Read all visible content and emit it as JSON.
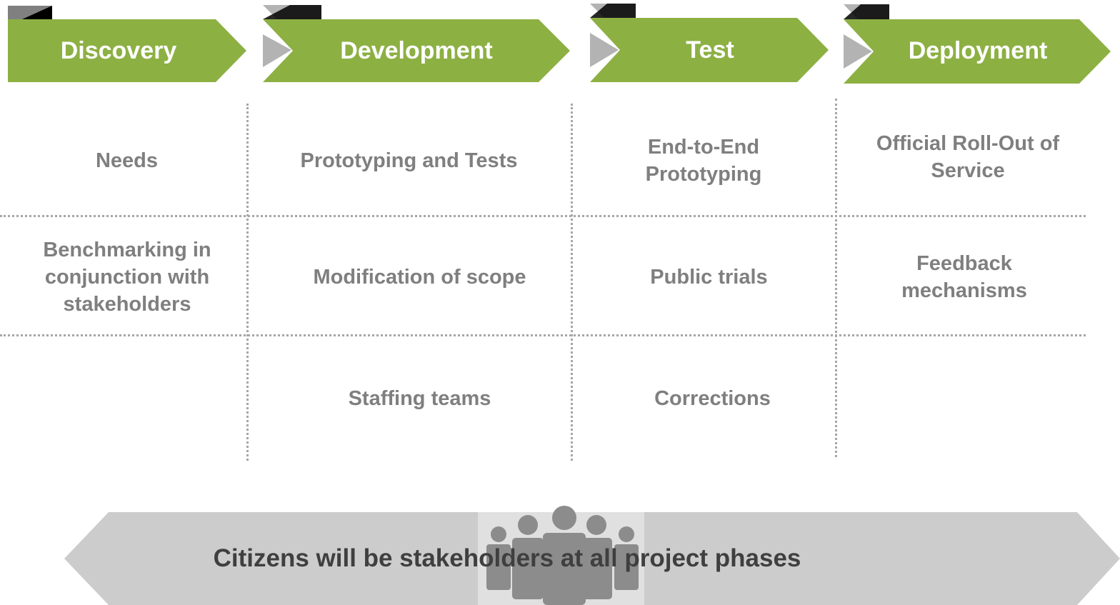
{
  "colors": {
    "phase_green": "#8db043",
    "flag_black": "#000000",
    "flag_grey": "#b3b3b3",
    "cell_text": "#7f7f7f",
    "banner_fill": "#cccccc",
    "banner_text": "#3f3f3f",
    "people_fill": "#8c8c8c",
    "people_bg": "#e0e0e0"
  },
  "phases": [
    {
      "label": "Discovery"
    },
    {
      "label": "Development"
    },
    {
      "label": "Test"
    },
    {
      "label": "Deployment"
    }
  ],
  "rows": [
    {
      "cells": [
        "Needs",
        "Prototyping and Tests",
        "End-to-End Prototyping",
        "Official Roll-Out of Service"
      ]
    },
    {
      "cells": [
        "Benchmarking in conjunction with stakeholders",
        "Modification of scope",
        "Public trials",
        "Feedback mechanisms"
      ]
    },
    {
      "cells": [
        "",
        "Staffing teams",
        "Corrections",
        ""
      ]
    }
  ],
  "banner": {
    "text": "Citizens will be stakeholders at all project phases",
    "icon": "people-group-icon"
  }
}
